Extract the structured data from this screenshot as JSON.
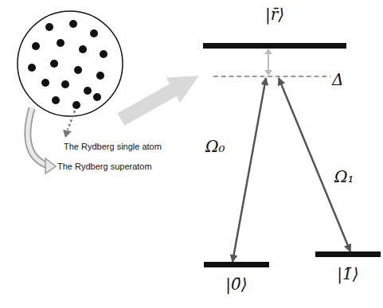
{
  "diagram": {
    "nodes": [
      {
        "text": [
          "|r̄⟩"
        ]
      },
      {
        "text": [
          "|0̄⟩"
        ]
      },
      {
        "text": [
          "|1̄⟩"
        ]
      }
    ],
    "edges": [
      {
        "from": 1,
        "to": 0,
        "label": "Ω₀",
        "arrow": "both"
      },
      {
        "from": 2,
        "to": 0,
        "label": "Ω₁",
        "arrow": "both"
      }
    ],
    "labels": [
      "Δ",
      "The Rydberg single atom",
      "The Rydberg superatom"
    ]
  }
}
